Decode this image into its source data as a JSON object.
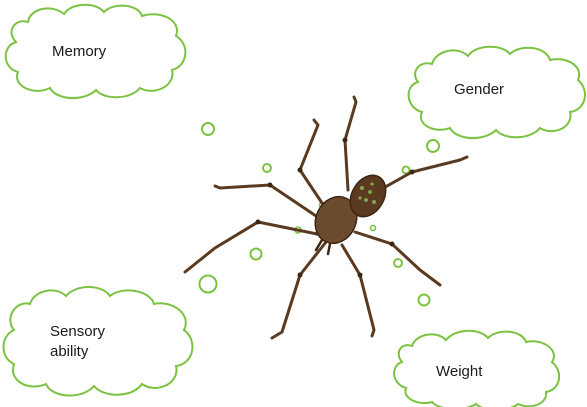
{
  "clouds": {
    "memory": "Memory",
    "gender": "Gender",
    "sensory_line1": "Sensory",
    "sensory_line2": "ability",
    "weight": "Weight"
  },
  "colors": {
    "cloud_stroke": "#7cc242",
    "cloud_fill": "#ffffff",
    "bubble_stroke": "#7cc242",
    "spider_body": "#6b4a2e",
    "spider_dark": "#3b2614",
    "spider_pattern": "#8bb85a"
  },
  "icons": {
    "subject": "spider-icon",
    "cloud": "thought-cloud-icon",
    "bubble": "thought-bubble-icon"
  }
}
